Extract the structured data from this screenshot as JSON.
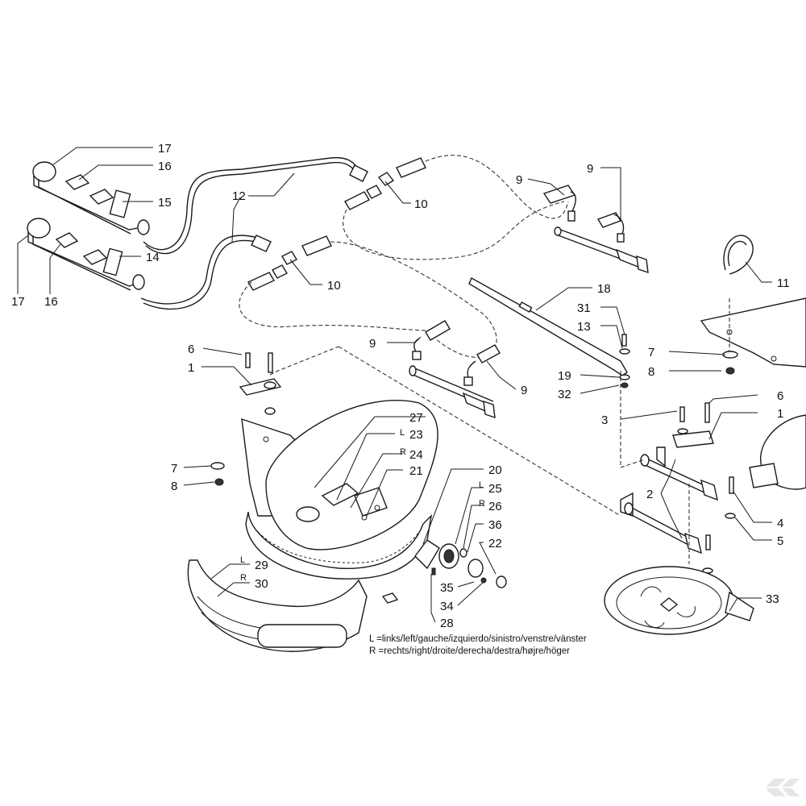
{
  "callouts": {
    "c17a": "17",
    "c16a": "16",
    "c15": "15",
    "c12": "12",
    "c10a": "10",
    "c14": "14",
    "c17b": "17",
    "c16b": "16",
    "c10b": "10",
    "c9a": "9",
    "c9b": "9",
    "c11": "11",
    "c18": "18",
    "c31": "31",
    "c13": "13",
    "c7a": "7",
    "c8a": "8",
    "c19": "19",
    "c32": "32",
    "c9c": "9",
    "c9d": "9",
    "c6a": "6",
    "c1a": "1",
    "c6b": "6",
    "c1b": "1",
    "c3": "3",
    "c2": "2",
    "c4": "4",
    "c5": "5",
    "c7b": "7",
    "c8b": "8",
    "c27": "27",
    "c23": "23",
    "c24": "24",
    "c21": "21",
    "c20": "20",
    "c25": "25",
    "c26": "26",
    "c36": "36",
    "c22": "22",
    "c35": "35",
    "c34": "34",
    "c28": "28",
    "c29": "29",
    "c30": "30",
    "c33": "33",
    "l23": "L",
    "r24": "R",
    "l25": "L",
    "r26": "R",
    "l29": "L",
    "r30": "R"
  },
  "legend": {
    "left": "L  =links/left/gauche/izquierdo/sinistro/venstre/vänster",
    "right": "R  =rechts/right/droite/derecha/destra/højre/höger"
  }
}
